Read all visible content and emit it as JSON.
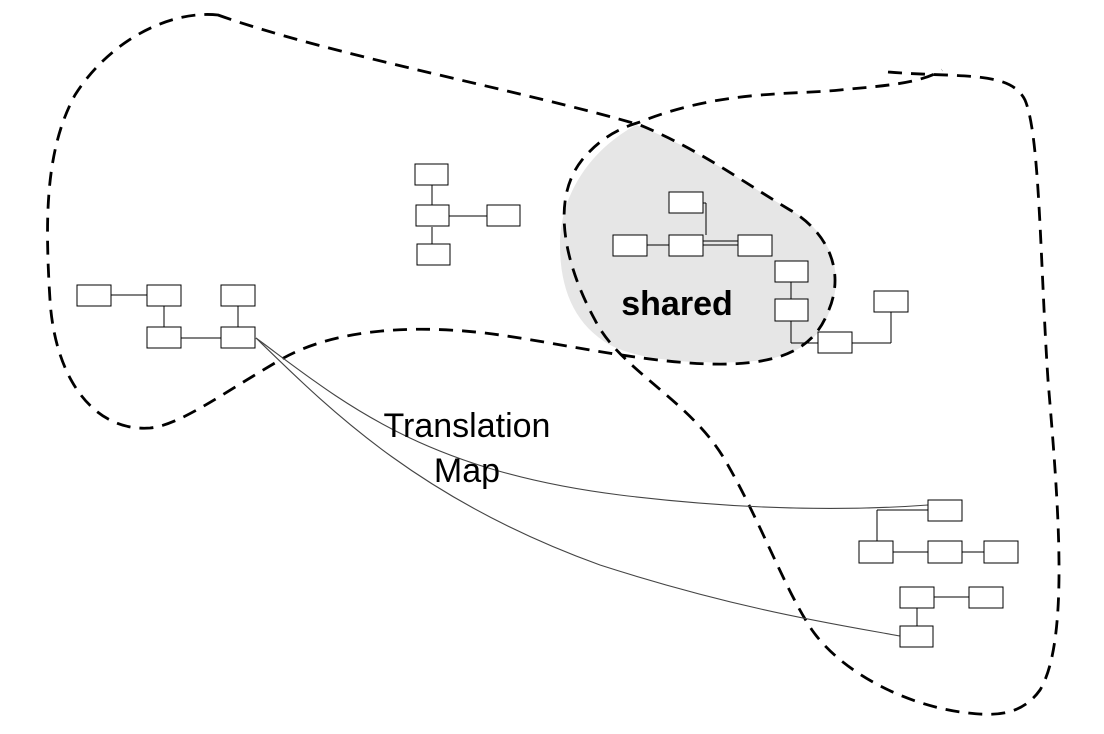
{
  "labels": {
    "shared": "shared",
    "translation_map_line1": "Translation",
    "translation_map_line2": "Map"
  }
}
